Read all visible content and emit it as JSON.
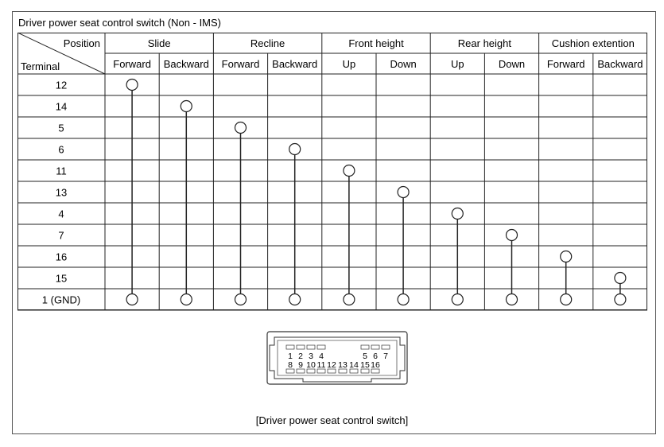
{
  "title": "Driver power seat control switch (Non - IMS)",
  "header": {
    "position_label": "Position",
    "terminal_label": "Terminal"
  },
  "groups": [
    "Slide",
    "Recline",
    "Front height",
    "Rear height",
    "Cushion extention"
  ],
  "subheaders": [
    "Forward",
    "Backward",
    "Forward",
    "Backward",
    "Up",
    "Down",
    "Up",
    "Down",
    "Forward",
    "Backward"
  ],
  "terminals": [
    "12",
    "14",
    "5",
    "6",
    "11",
    "13",
    "4",
    "7",
    "16",
    "15",
    "1 (GND)"
  ],
  "continuity": [
    {
      "column": 0,
      "terminals": [
        "12",
        "1 (GND)"
      ]
    },
    {
      "column": 1,
      "terminals": [
        "14",
        "1 (GND)"
      ]
    },
    {
      "column": 2,
      "terminals": [
        "5",
        "1 (GND)"
      ]
    },
    {
      "column": 3,
      "terminals": [
        "6",
        "1 (GND)"
      ]
    },
    {
      "column": 4,
      "terminals": [
        "11",
        "1 (GND)"
      ]
    },
    {
      "column": 5,
      "terminals": [
        "13",
        "1 (GND)"
      ]
    },
    {
      "column": 6,
      "terminals": [
        "4",
        "1 (GND)"
      ]
    },
    {
      "column": 7,
      "terminals": [
        "7",
        "1 (GND)"
      ]
    },
    {
      "column": 8,
      "terminals": [
        "16",
        "1 (GND)"
      ]
    },
    {
      "column": 9,
      "terminals": [
        "15",
        "1 (GND)"
      ]
    }
  ],
  "connector": {
    "top_pins": [
      "1",
      "2",
      "3",
      "4",
      "5",
      "6",
      "7"
    ],
    "bottom_pins": [
      "8",
      "9",
      "10",
      "11",
      "12",
      "13",
      "14",
      "15",
      "16"
    ]
  },
  "caption": "[Driver power seat control switch]"
}
